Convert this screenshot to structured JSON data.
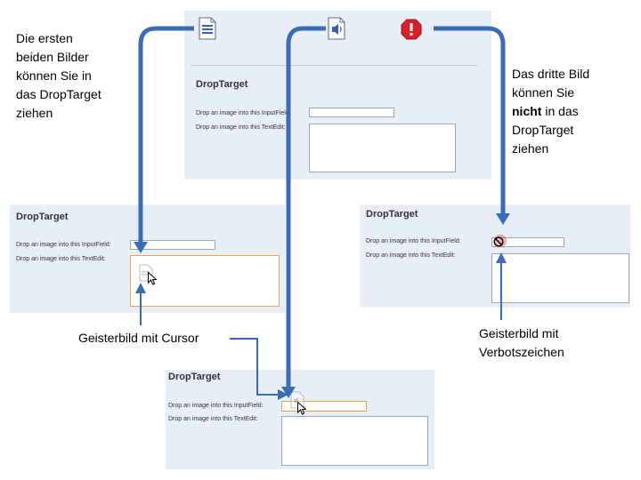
{
  "panel_title": "DropTarget",
  "input_label": "Drop an image into this InputField:",
  "textedit_label": "Drop an image into this TextEdit:",
  "notes": {
    "top_left": [
      "Die ersten",
      "beiden Bilder",
      "können Sie in",
      "das DropTarget",
      "ziehen"
    ],
    "top_right_1": "Das dritte Bild",
    "top_right_2": "können Sie",
    "top_right_bold": "nicht",
    "top_right_3": " in das",
    "top_right_4": "DropTarget",
    "top_right_5": "ziehen",
    "ghost_cursor": "Geisterbild mit Cursor",
    "ghost_forbidden_1": "Geisterbild mit",
    "ghost_forbidden_2": "Verbotszeichen"
  },
  "icons": [
    "document-icon",
    "audio-file-icon",
    "error-icon"
  ],
  "colors": {
    "arrow": "#3a6db5",
    "panel": "#e8eef5",
    "highlight": "#e3a64e",
    "error": "#d9202a"
  }
}
